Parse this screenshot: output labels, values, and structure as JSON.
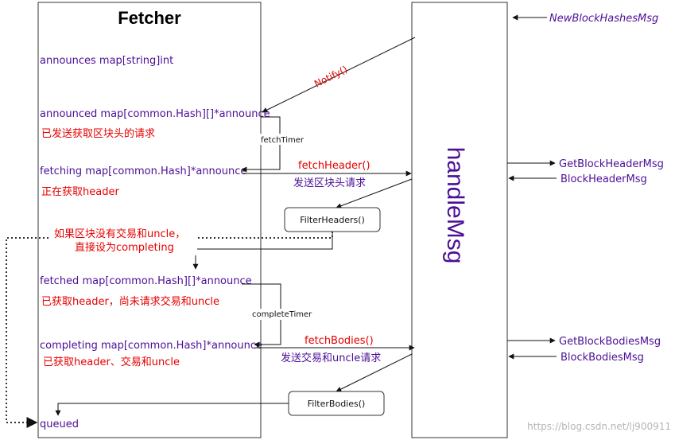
{
  "fetcher": {
    "title": "Fetcher",
    "announces": "announces map[string]int",
    "announced": "announced map[common.Hash][]*announce",
    "announced_note": "已发送获取区块头的请求",
    "fetching": "fetching  map[common.Hash]*announce",
    "fetching_note": "正在获取header",
    "fetched": "fetched  map[common.Hash][]*announce",
    "fetched_note": "已获取header，尚未请求交易和uncle",
    "completing": "completing  map[common.Hash]*announce",
    "completing_note": "已获取header、交易和uncle",
    "queued": "queued"
  },
  "handle": {
    "title": "handleMsg",
    "notify": "Notify()",
    "fetch_timer": "fetchTimer",
    "fetch_header": "fetchHeader()",
    "fetch_header_note": "发送区块头请求",
    "filter_headers": "FilterHeaders()",
    "no_tx_note_1": "如果区块没有交易和uncle，",
    "no_tx_note_2": "直接设为completing",
    "complete_timer": "completeTimer",
    "fetch_bodies": "fetchBodies()",
    "fetch_bodies_note": "发送交易和uncle请求",
    "filter_bodies": "FilterBodies()"
  },
  "messages": {
    "new_block_hashes": "NewBlockHashesMsg",
    "get_block_header": "GetBlockHeaderMsg",
    "block_header": "BlockHeaderMsg",
    "get_block_bodies": "GetBlockBodiesMsg",
    "block_bodies": "BlockBodiesMsg"
  },
  "watermark": "https://blog.csdn.net/lj900911",
  "colors": {
    "purple": "#4b0f96",
    "red": "#e60000",
    "black": "#111111"
  }
}
